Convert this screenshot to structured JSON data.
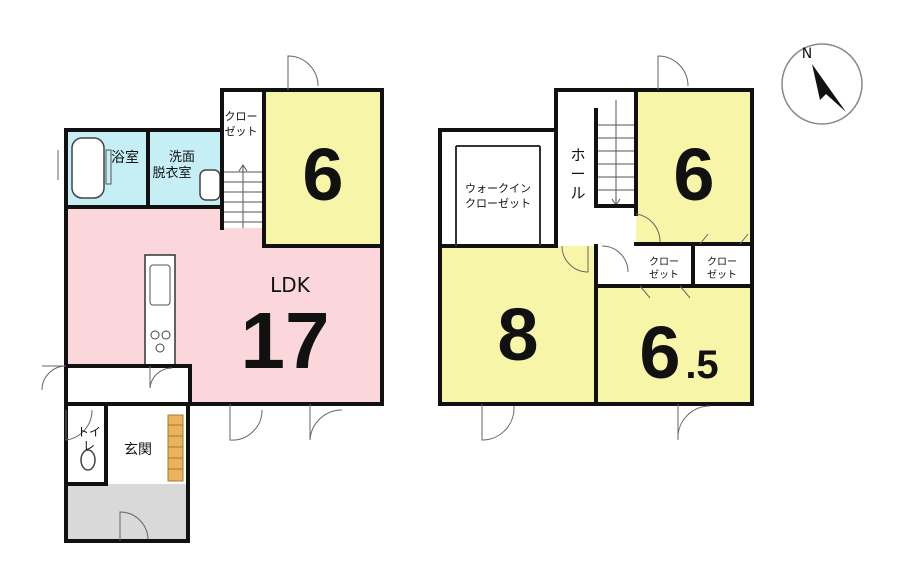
{
  "floor1": {
    "rooms": {
      "bath": {
        "label": "浴室",
        "color": "#c5eef5"
      },
      "dressing": {
        "label": "脱衣室",
        "label_a": "脱",
        "label_b": "衣",
        "label_c": "室",
        "label_side": "洗面",
        "color": "#c5eef5"
      },
      "closet": {
        "label": "クローゼット",
        "line1": "クロー",
        "line2": "ゼット",
        "color": "#ffffff"
      },
      "bedroom": {
        "label": "6",
        "color": "#f7f6a8"
      },
      "ldk": {
        "label": "LDK",
        "size": "17",
        "color": "#fbd7dc"
      },
      "toilet": {
        "label": "トイレ",
        "line1": "トイ",
        "line2": "レ",
        "color": "#ffffff"
      },
      "entrance": {
        "label": "玄関",
        "color": "#d9d9d9"
      }
    }
  },
  "floor2": {
    "rooms": {
      "walkin": {
        "line1": "ウォークイン",
        "line2": "クローゼット",
        "color": "#ffffff"
      },
      "hall": {
        "label": "ホール",
        "line1": "ホ",
        "line2": "ー",
        "line3": "ル",
        "color": "#ffffff"
      },
      "bedroom_top": {
        "label": "6",
        "color": "#f7f6a8"
      },
      "closet_a": {
        "line1": "クロー",
        "line2": "ゼット"
      },
      "closet_b": {
        "line1": "クロー",
        "line2": "ゼット"
      },
      "bedroom_left": {
        "label": "8",
        "color": "#f7f6a8"
      },
      "bedroom_right": {
        "label_main": "6",
        "label_dec": ".5",
        "color": "#f7f6a8"
      }
    }
  },
  "compass": {
    "label": "N"
  }
}
